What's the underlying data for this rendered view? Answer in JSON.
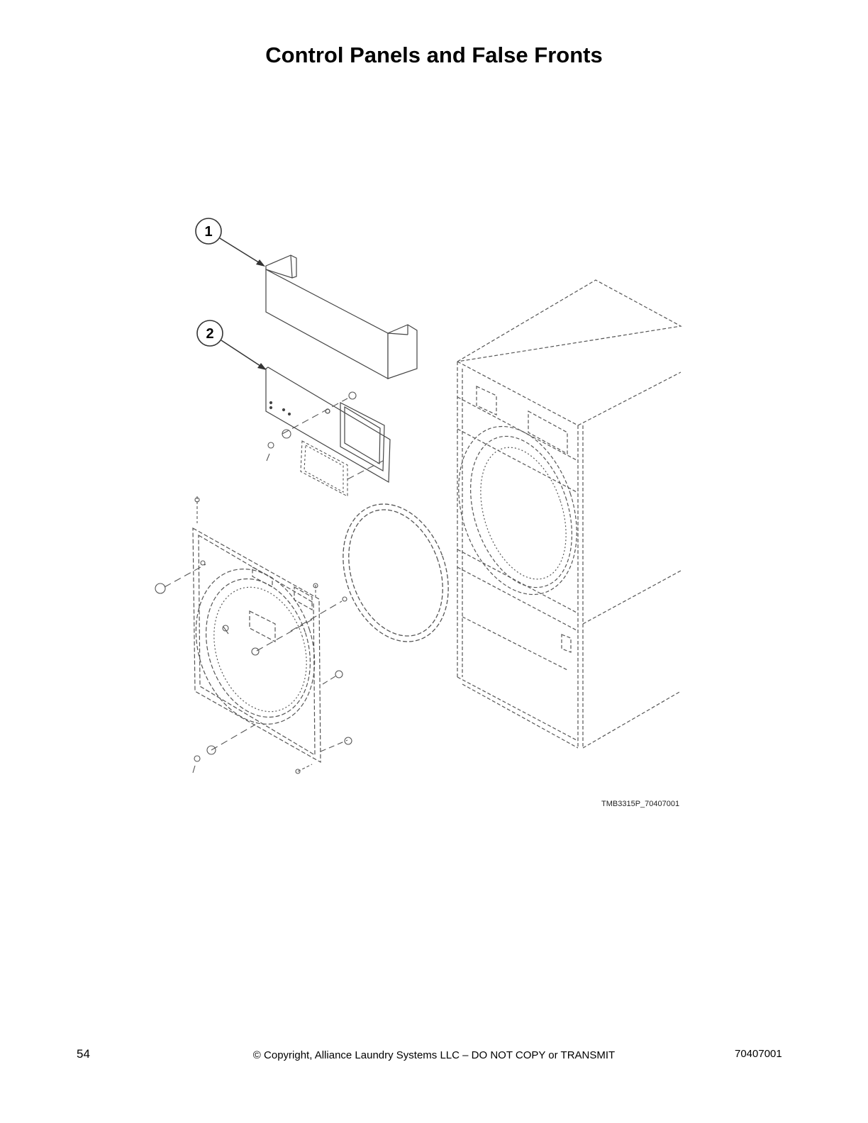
{
  "page": {
    "title": "Control Panels and False Fronts"
  },
  "figure": {
    "callouts": [
      "1",
      "2"
    ],
    "figure_id": "TMB3315P_70407001"
  },
  "footer": {
    "page_number": "54",
    "copyright": "© Copyright, Alliance Laundry Systems LLC – DO NOT COPY or TRANSMIT",
    "document_number": "70407001"
  }
}
